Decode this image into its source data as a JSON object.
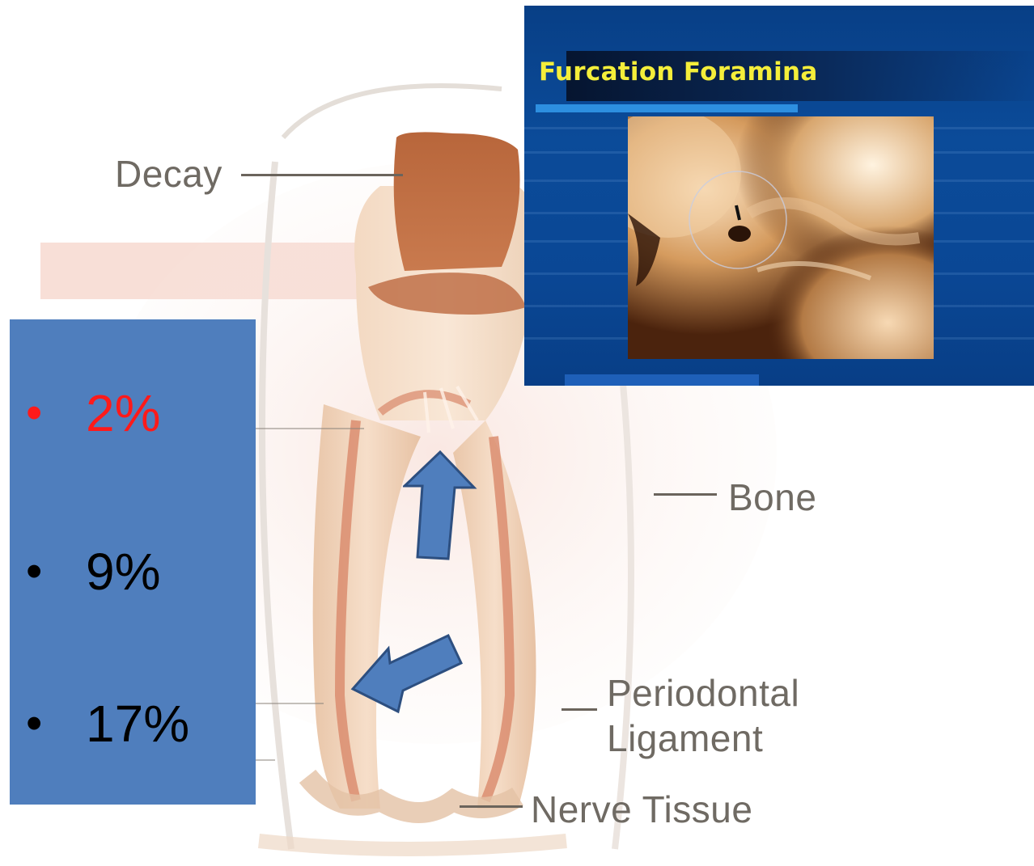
{
  "diagram": {
    "labels": {
      "decay": "Decay",
      "bone": "Bone",
      "periodontal_line1": "Periodontal",
      "periodontal_line2": "Ligament",
      "nerve_tissue": "Nerve Tissue"
    }
  },
  "inset_panel": {
    "title": "Furcation Foramina"
  },
  "options": {
    "items": [
      {
        "bullet": "•",
        "text": "2%",
        "color": "#ff1a1a"
      },
      {
        "bullet": "•",
        "text": "9%",
        "color": "#000000"
      },
      {
        "bullet": "•",
        "text": "17%",
        "color": "#000000"
      }
    ],
    "box_color": "#4f7ebd"
  },
  "arrows": [
    {
      "name": "up-arrow",
      "points_to": "furcation"
    },
    {
      "name": "down-left-arrow",
      "points_to": "root canal"
    }
  ]
}
